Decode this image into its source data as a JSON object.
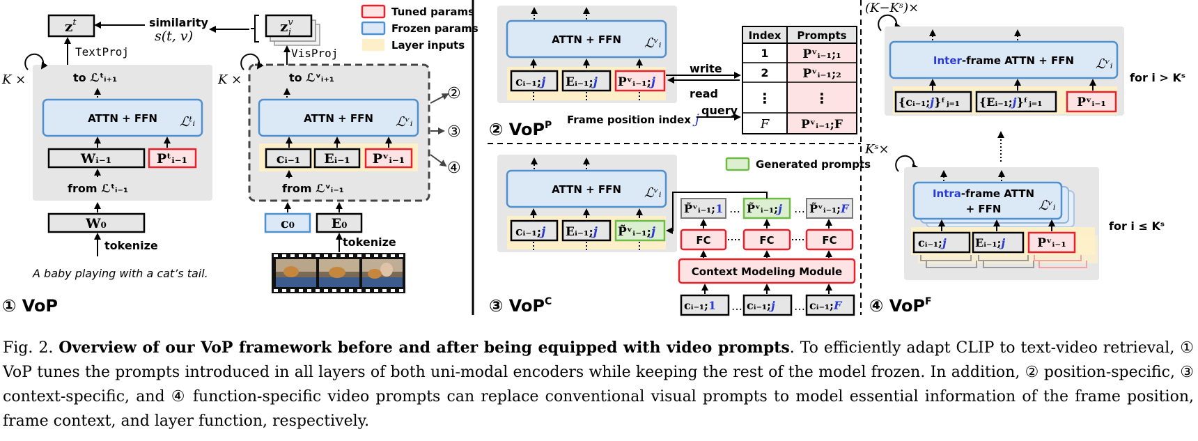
{
  "legend": {
    "tuned": "Tuned params",
    "frozen": "Frozen params",
    "layer_inputs": "Layer inputs",
    "generated": "Generated prompts"
  },
  "panel1": {
    "label": "① VoP",
    "text_z": "z",
    "text_z_sup": "t",
    "vis_z": "z",
    "vis_z_sup": "v",
    "vis_z_sub": "j",
    "similarity_word": "similarity",
    "similarity_formula": "s(t, v)",
    "text_proj": "TextProj",
    "vis_proj": "VisProj",
    "loop_text": "K ×",
    "loop_vis": "K ×",
    "to_text": "to ℒᵗᵢ₊₁",
    "to_vis": "to ℒᵛᵢ₊₁",
    "attn_text": "ATTN + FFN",
    "attn_vis": "ATTN + FFN",
    "layer_text": "ℒᵗᵢ",
    "layer_vis": "ℒᵛᵢ",
    "w_prev": "Wᵢ₋₁",
    "p_text": "Pᵗᵢ₋₁",
    "c_prev": "cᵢ₋₁",
    "e_prev": "Eᵢ₋₁",
    "p_vis": "Pᵛᵢ₋₁",
    "from_text": "from ℒᵗᵢ₋₁",
    "from_vis": "from ℒᵛᵢ₋₁",
    "w0": "W₀",
    "c0": "c₀",
    "e0": "E₀",
    "tokenize_text": "tokenize",
    "tokenize_vis": "tokenize",
    "sentence": "A baby playing with a cat’s tail.",
    "arrow_labels": [
      "②",
      "③",
      "④"
    ]
  },
  "panel2": {
    "label_main": "② VoP",
    "label_sup": "P",
    "attn": "ATTN + FFN",
    "layer": "ℒᵛᵢ",
    "c": "cᵢ₋₁;",
    "c_j": "j",
    "e": "Eᵢ₋₁;",
    "e_j": "j",
    "p": "Pᵛᵢ₋₁;",
    "p_j": "j",
    "write": "write",
    "read": "read",
    "query": "query",
    "frame_pos_text": "Frame position index",
    "frame_pos_var": "j",
    "table_headers": [
      "Index",
      "Prompts"
    ],
    "table_rows": [
      {
        "index": "1",
        "prompt": "Pᵛᵢ₋₁;₁"
      },
      {
        "index": "2",
        "prompt": "Pᵛᵢ₋₁;₂"
      },
      {
        "index": "⋮",
        "prompt": "⋮"
      },
      {
        "index": "F",
        "prompt": "Pᵛᵢ₋₁;F"
      }
    ]
  },
  "panel3": {
    "label_main": "③ VoP",
    "label_sup": "C",
    "attn": "ATTN + FFN",
    "layer": "ℒᵛᵢ",
    "c": "cᵢ₋₁;",
    "c_j": "j",
    "e": "Eᵢ₋₁;",
    "e_j": "j",
    "p_gen": "P̃ᵛᵢ₋₁;",
    "p_gen_j": "j",
    "gen_prompts": [
      "P̃ᵛᵢ₋₁;",
      "P̃ᵛᵢ₋₁;",
      "P̃ᵛᵢ₋₁;"
    ],
    "gen_prompt_idx": [
      "1",
      "j",
      "F"
    ],
    "fc_labels": [
      "FC",
      "FC",
      "FC"
    ],
    "context_module": "Context Modeling Module",
    "bottom_inputs": [
      "cᵢ₋₁;",
      "cᵢ₋₁;",
      "cᵢ₋₁;"
    ],
    "bottom_idx": [
      "1",
      "j",
      "F"
    ],
    "ellipsis": "…"
  },
  "panel4": {
    "label_main": "④ VoP",
    "label_sup": "F",
    "loop_top": "(K−Kˢ)×",
    "loop_bottom": "Kˢ×",
    "inter_prefix": "Inter",
    "inter_rest": "-frame ATTN + FFN",
    "intra_prefix": "Intra",
    "intra_rest_1": "-frame ATTN",
    "intra_rest_2": "+ FFN",
    "layer": "ℒᵛᵢ",
    "inter_c": "{cᵢ₋₁;",
    "inter_c_j": "j",
    "inter_c_end": "}ᶠⱼ₌₁",
    "inter_e": "{Eᵢ₋₁;",
    "inter_e_j": "j",
    "inter_e_end": "}ᶠⱼ₌₁",
    "inter_p": "Pᵛᵢ₋₁",
    "intra_c": "cᵢ₋₁;",
    "intra_c_j": "j",
    "intra_e": "Eᵢ₋₁;",
    "intra_e_j": "j",
    "intra_p": "Pᵛᵢ₋₁",
    "cond_top": "for i > Kˢ",
    "cond_bottom": "for i ≤ Kˢ"
  },
  "caption": {
    "fig_label": "Fig. 2.",
    "bold": "Overview of our VoP framework before and after being equipped with video prompts",
    "rest": ". To efficiently adapt CLIP to text-video retrieval, ① VoP tunes the prompts introduced in all layers of both uni-modal encoders while keeping the rest of the model frozen. In addition, ② position-specific, ③ context-specific, and ④ function-specific video prompts can replace conventional visual prompts to model essential information of the frame position, frame context, and layer function, respectively."
  },
  "colors": {
    "tuned_border": "#e8202a",
    "tuned_fill": "#fde3e4",
    "frozen_border": "#4d8fcf",
    "frozen_fill": "#dbe8f6",
    "layer_input_fill": "#fdf0c8",
    "generated_border": "#6dba45",
    "generated_fill": "#dcefd0",
    "panel_fill": "#e6e6e6",
    "var_blue": "#2a3bd1"
  }
}
